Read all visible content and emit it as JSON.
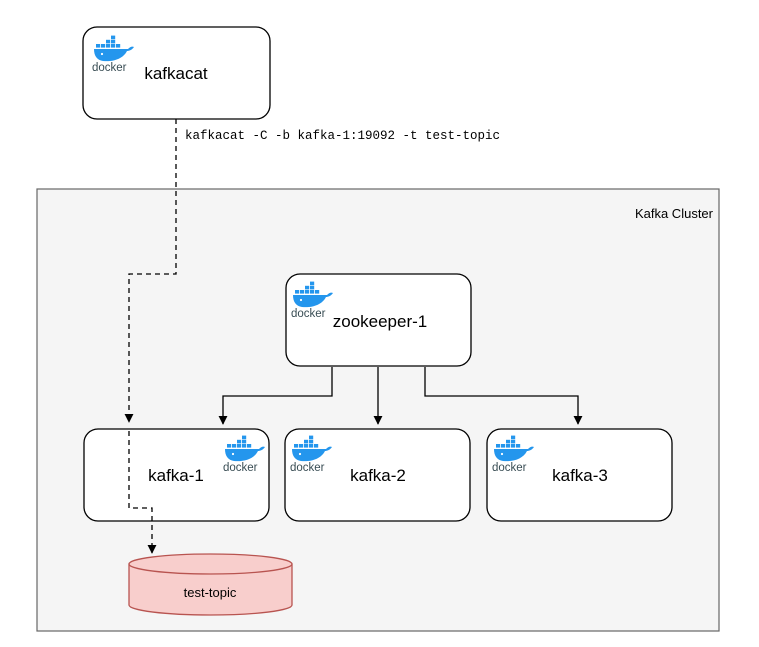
{
  "cluster": {
    "label": "Kafka Cluster"
  },
  "nodes": {
    "kafkacat": {
      "label": "kafkacat"
    },
    "zookeeper": {
      "label": "zookeeper-1"
    },
    "kafka1": {
      "label": "kafka-1"
    },
    "kafka2": {
      "label": "kafka-2"
    },
    "kafka3": {
      "label": "kafka-3"
    },
    "topic": {
      "label": "test-topic"
    }
  },
  "command": "kafkacat -C -b kafka-1:19092 -t test-topic",
  "logo_text": "docker",
  "colors": {
    "cluster_bg": "#f5f5f5",
    "cluster_border": "#666666",
    "docker_blue": "#2496ed",
    "topic_fill": "#f8cecc",
    "topic_stroke": "#b85450"
  }
}
